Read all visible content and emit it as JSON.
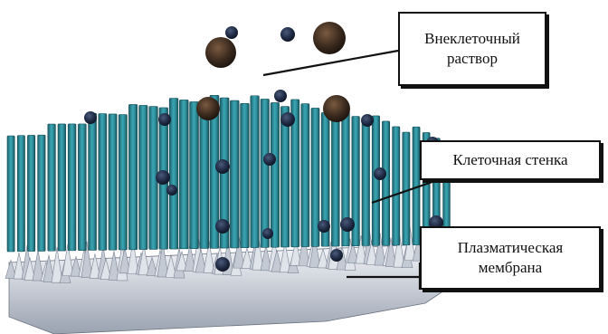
{
  "labels": {
    "extracellular": "Внеклеточный\nраствор",
    "cell_wall": "Клеточная стенка",
    "membrane": "Плазматическая\nмембрана"
  },
  "colors": {
    "wall_fiber": "#2e8f9c",
    "wall_fiber_dark": "#1d5f6a",
    "wall_fiber_light": "#5fc0cb",
    "particle_brown": "#3b2a1e",
    "particle_navy": "#1f2a44",
    "membrane_light": "#e8ecf2",
    "membrane_shadow": "#7d8594",
    "leader_line": "#111111"
  }
}
